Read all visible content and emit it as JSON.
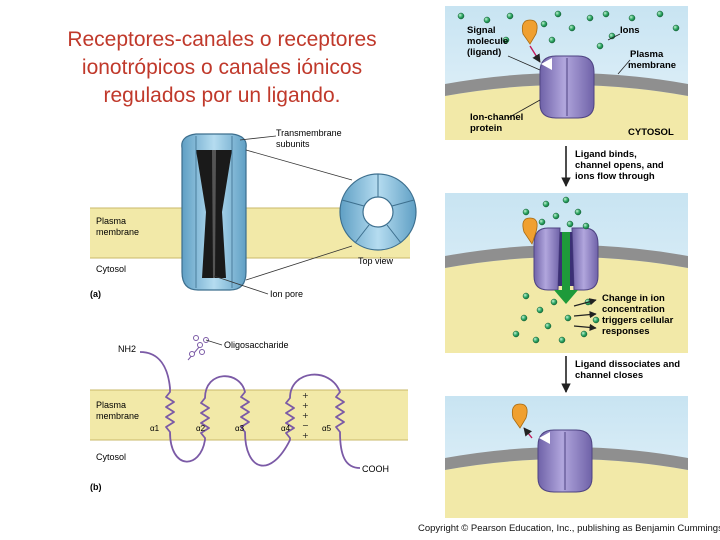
{
  "title": {
    "line1": "Receptores-canales o receptores",
    "line2": "ionotrópicos o canales iónicos",
    "line3": "regulados por un ligando."
  },
  "panel_a": {
    "transmembrane": "Transmembrane",
    "subunits": "subunits",
    "plasma": "Plasma",
    "membrane": "membrane",
    "cytosol": "Cytosol",
    "top_view": "Top view",
    "ion_pore": "Ion pore",
    "tag": "(a)"
  },
  "panel_b": {
    "nh2": "NH2",
    "oligosaccharide": "Oligosaccharide",
    "plasma": "Plasma",
    "membrane": "membrane",
    "cytosol": "Cytosol",
    "cooh": "COOH",
    "tag": "(b)",
    "helices": [
      "α1",
      "α2",
      "α3",
      "α4",
      "α5"
    ]
  },
  "right": {
    "signal": "Signal",
    "molecule": "molecule",
    "ligand": "(ligand)",
    "ions": "Ions",
    "plasma": "Plasma",
    "membrane": "membrane",
    "ion_channel": "Ion-channel",
    "protein": "protein",
    "cytosol": "CYTOSOL",
    "step1_l1": "Ligand binds,",
    "step1_l2": "channel opens, and",
    "step1_l3": "ions flow through",
    "change_l1": "Change in ion",
    "change_l2": "concentration",
    "change_l3": "triggers cellular",
    "change_l4": "responses",
    "step2_l1": "Ligand dissociates and",
    "step2_l2": "channel closes"
  },
  "copyright": "Copyright © Pearson Education, Inc., publishing as Benjamin Cummings.",
  "colors": {
    "title": "#c0392b",
    "membrane_yellow": "#f2e9a8",
    "channel_purple": "#8c7fc0",
    "channel_blue": "#8dc3e0",
    "ion_green": "#2fa866",
    "ligand_orange": "#f0a030",
    "arrow_green": "#1e9a3a"
  }
}
